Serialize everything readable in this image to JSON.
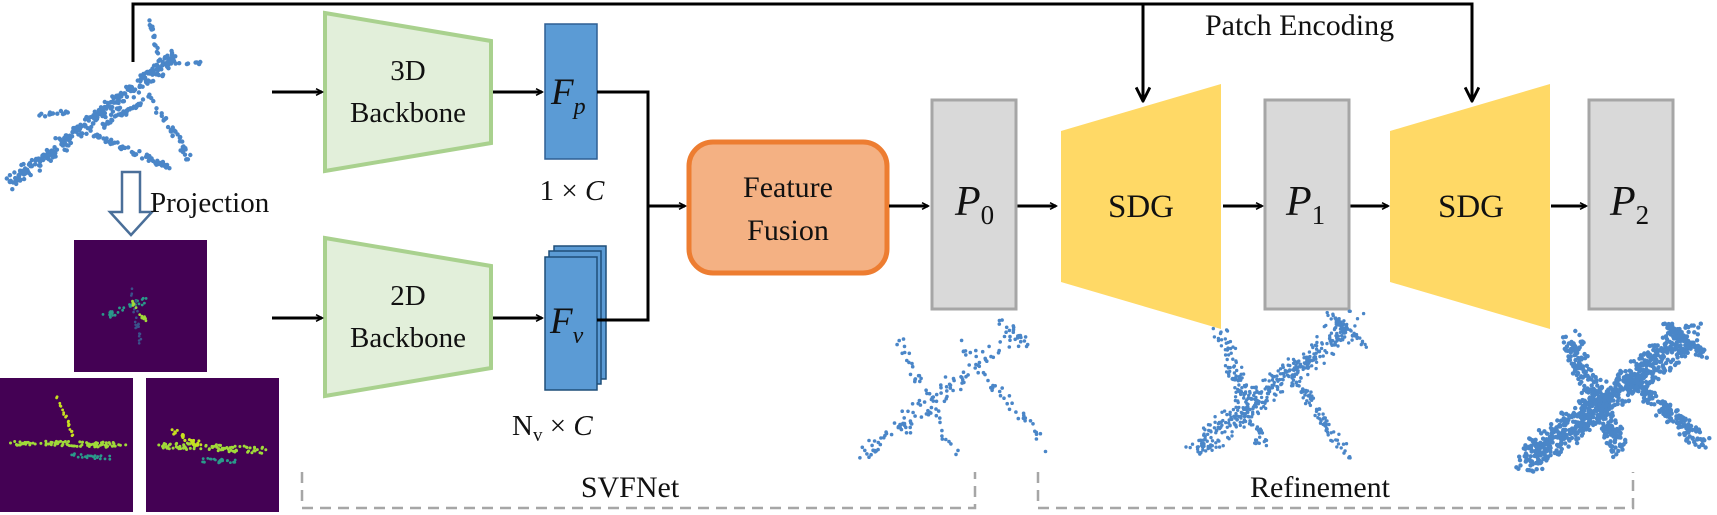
{
  "labels": {
    "patch_encoding": "Patch Encoding",
    "projection": "Projection",
    "backbone_3d_line1": "3D",
    "backbone_3d_line2": "Backbone",
    "backbone_2d_line1": "2D",
    "backbone_2d_line2": "Backbone",
    "fp_main": "F",
    "fp_sub": "p",
    "fv_main": "F",
    "fv_sub": "v",
    "fp_dim_a": "1 × ",
    "fp_dim_b": "C",
    "fv_dim_a": "N",
    "fv_dim_sub": "v",
    "fv_dim_b": " × ",
    "fv_dim_c": "C",
    "fusion_line1": "Feature",
    "fusion_line2": "Fusion",
    "p0_main": "P",
    "p0_sub": "0",
    "p1_main": "P",
    "p1_sub": "1",
    "p2_main": "P",
    "p2_sub": "2",
    "sdg1": "SDG",
    "sdg2": "SDG",
    "svfnet": "SVFNet",
    "refinement": "Refinement"
  },
  "colors": {
    "backbone_fill": "#e2efda",
    "backbone_stroke": "#a9d18e",
    "feature_fill": "#5b9bd5",
    "fusion_fill": "#f4b183",
    "fusion_stroke": "#ed7d31",
    "p_fill": "#d9d9d9",
    "p_stroke": "#a6a6a6",
    "sdg_fill": "#ffd966",
    "dashed": "#a6a6a6",
    "points": "#4a86c8",
    "projection_bg": "#440154",
    "projection_points": "#a0da39"
  }
}
